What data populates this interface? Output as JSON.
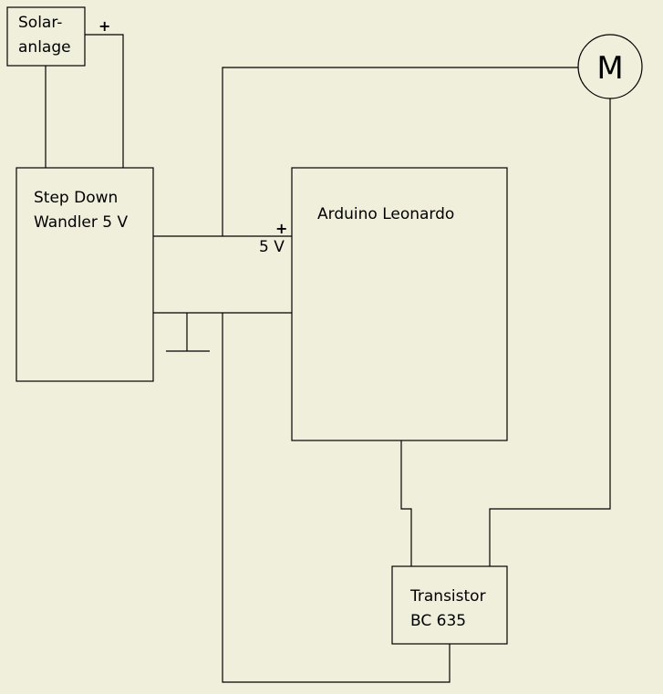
{
  "solar": {
    "line1": "Solar-",
    "line2": "anlage",
    "plus": "+"
  },
  "converter": {
    "line1": "Step Down",
    "line2": "Wandler 5 V"
  },
  "arduino": {
    "label": "Arduino Leonardo",
    "plus": "+",
    "voltage": "5 V"
  },
  "motor": {
    "symbol": "M"
  },
  "transistor": {
    "line1": "Transistor",
    "line2": "BC 635"
  },
  "colors": {
    "background": "#f0efdc",
    "lines": "#000000"
  }
}
